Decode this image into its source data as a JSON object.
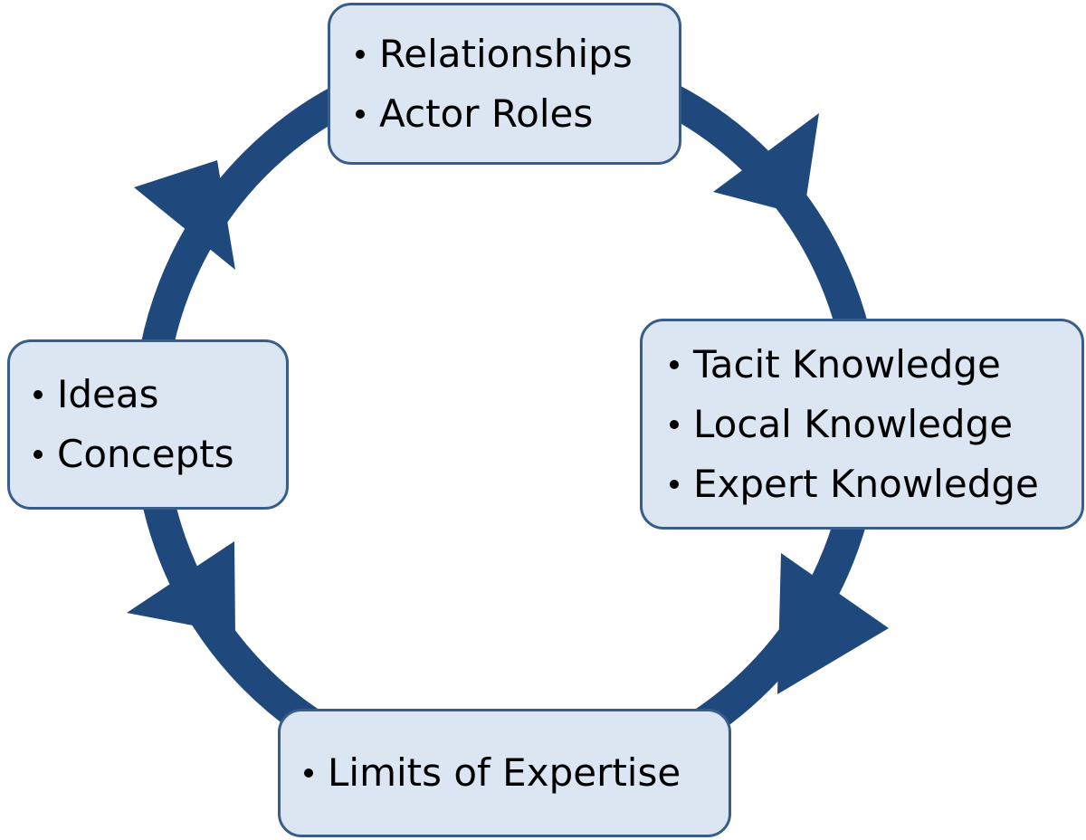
{
  "colors": {
    "arrow": "#1f497d",
    "box_fill": "#dce6f2",
    "box_border": "#385d8a",
    "text": "#000000"
  },
  "nodes": {
    "top": {
      "items": [
        "Relationships",
        "Actor Roles"
      ]
    },
    "right": {
      "items": [
        "Tacit Knowledge",
        "Local Knowledge",
        "Expert Knowledge"
      ]
    },
    "bottom": {
      "items": [
        "Limits of Expertise"
      ]
    },
    "left": {
      "items": [
        "Ideas",
        "Concepts"
      ]
    }
  },
  "arrows": {
    "direction": "clockwise",
    "count": 4
  }
}
